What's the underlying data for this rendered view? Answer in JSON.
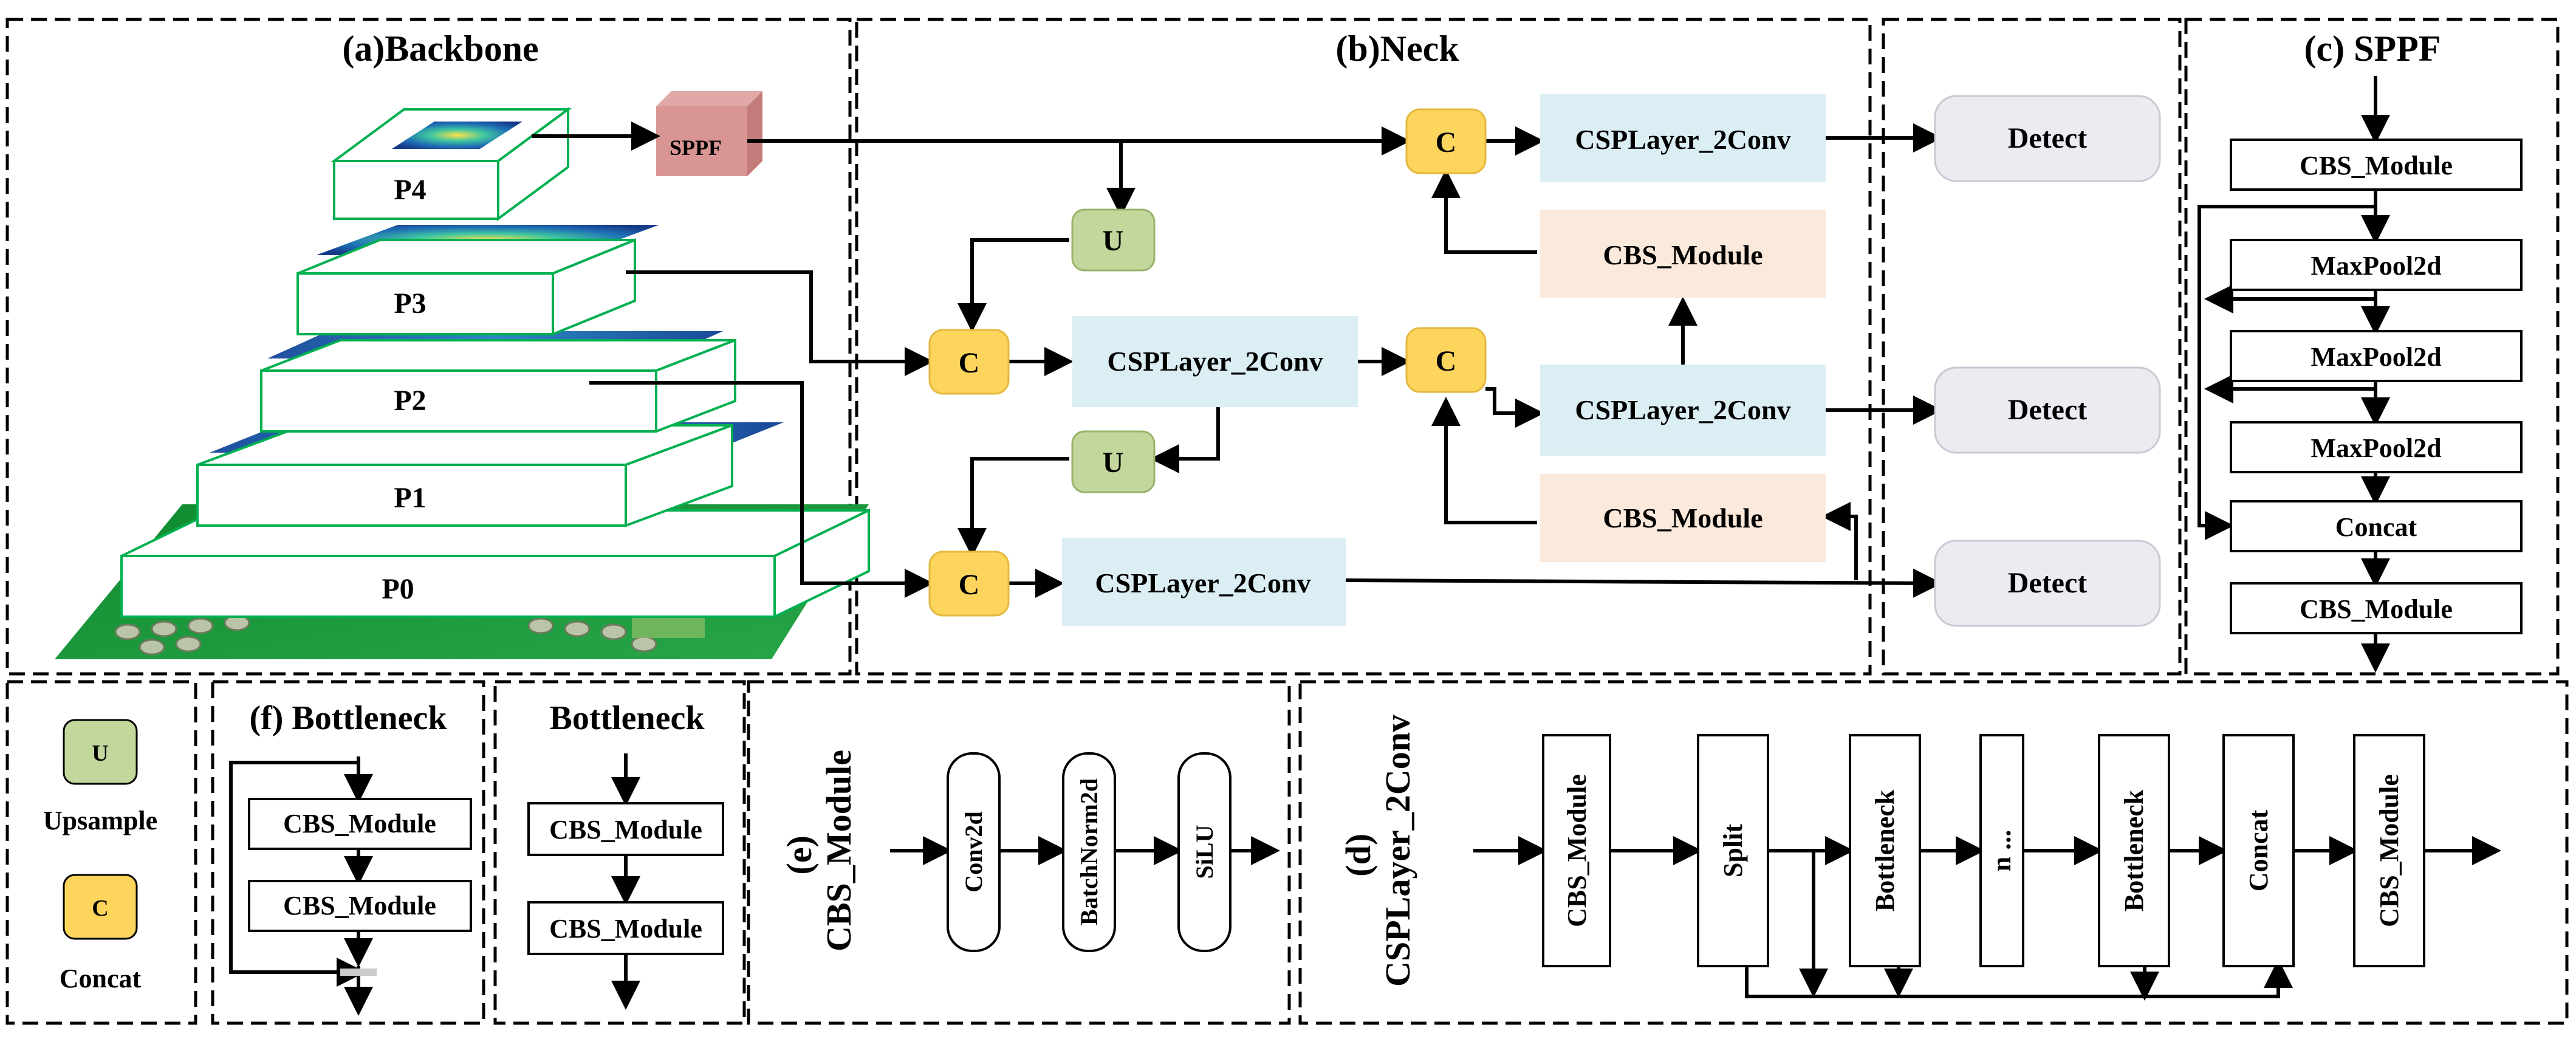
{
  "panels": {
    "backbone": "(a)Backbone",
    "neck": "(b)Neck",
    "sppf": "(c) SPPF",
    "csp": "(d)\nCSPLayer_2Conv",
    "cbs": "(e)\nCBS_Module",
    "bottleneck_f": "(f) Bottleneck",
    "bottleneck": "Bottleneck"
  },
  "backbone": {
    "levels": [
      "P4",
      "P3",
      "P2",
      "P1",
      "P0"
    ],
    "sppf": "SPPF"
  },
  "neck": {
    "concat": "C",
    "upsample": "U",
    "csp": "CSPLayer_2Conv",
    "cbs": "CBS_Module",
    "detect": "Detect"
  },
  "sppf_block": [
    "CBS_Module",
    "MaxPool2d",
    "MaxPool2d",
    "MaxPool2d",
    "Concat",
    "CBS_Module"
  ],
  "legend": {
    "upsample_symbol": "U",
    "upsample_label": "Upsample",
    "concat_symbol": "C",
    "concat_label": "Concat"
  },
  "bottleneck_blocks": [
    "CBS_Module",
    "CBS_Module"
  ],
  "cbs_blocks": [
    "Conv2d",
    "BatchNorm2d",
    "SiLU"
  ],
  "csp_blocks": [
    "CBS_Module",
    "Split",
    "Bottleneck",
    "n ...",
    "Bottleneck",
    "Concat",
    "CBS_Module"
  ],
  "colors": {
    "concat_fill": "#fdd55d",
    "upsample_fill": "#c3d69b",
    "csp_fill": "#dbeef4",
    "cbs_fill": "#fbe9db",
    "detect_fill": "#ecebf2",
    "sppf_fill": "#d99594",
    "level_stroke": "#00b050"
  }
}
